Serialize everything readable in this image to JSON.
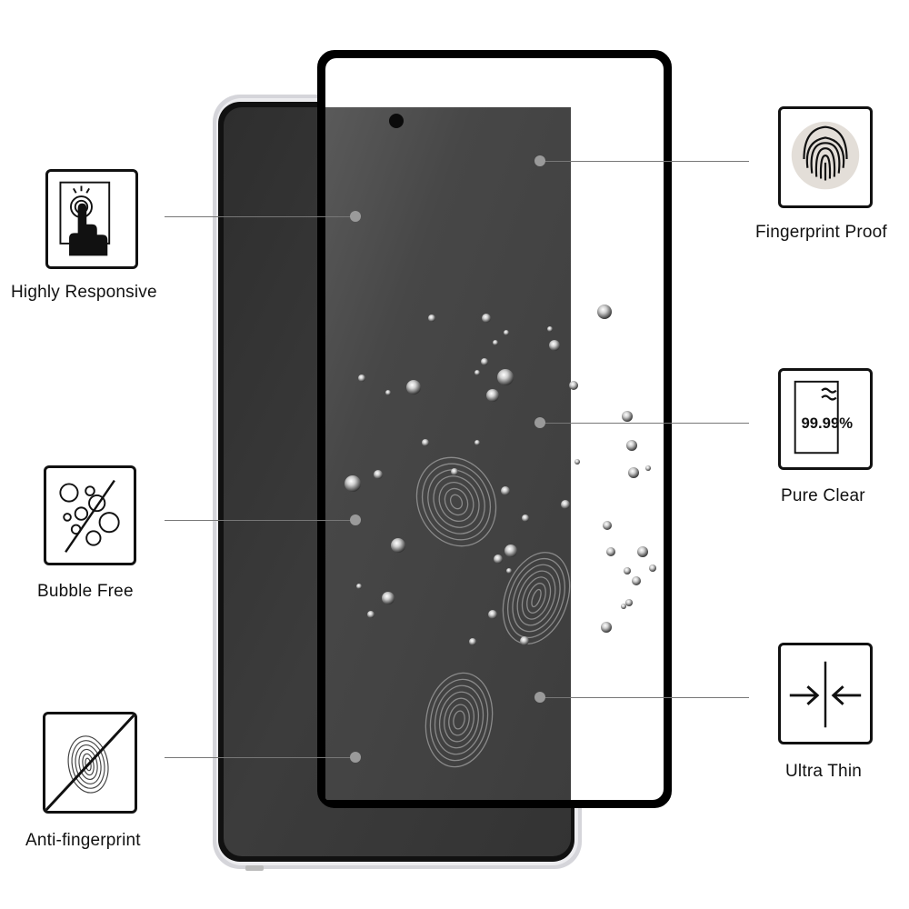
{
  "features": [
    {
      "id": "highly-responsive",
      "label": "Highly Responsive",
      "icon": "touch-hand-icon"
    },
    {
      "id": "bubble-free",
      "label": "Bubble Free",
      "icon": "bubbles-icon"
    },
    {
      "id": "anti-fingerprint",
      "label": "Anti-fingerprint",
      "icon": "crossed-fingerprint-icon"
    },
    {
      "id": "fingerprint-proof",
      "label": "Fingerprint Proof",
      "icon": "fingerprint-icon"
    },
    {
      "id": "pure-clear",
      "label": "Pure Clear",
      "icon": "transparency-icon",
      "icon_text": "99.99%"
    },
    {
      "id": "ultra-thin",
      "label": "Ultra Thin",
      "icon": "thin-arrows-icon"
    }
  ],
  "colors": {
    "screen": "#3a3a3a",
    "phone_frame": "#d9d9de",
    "glass_edge": "#0a0a0a",
    "callout": "#9a9a9a"
  }
}
